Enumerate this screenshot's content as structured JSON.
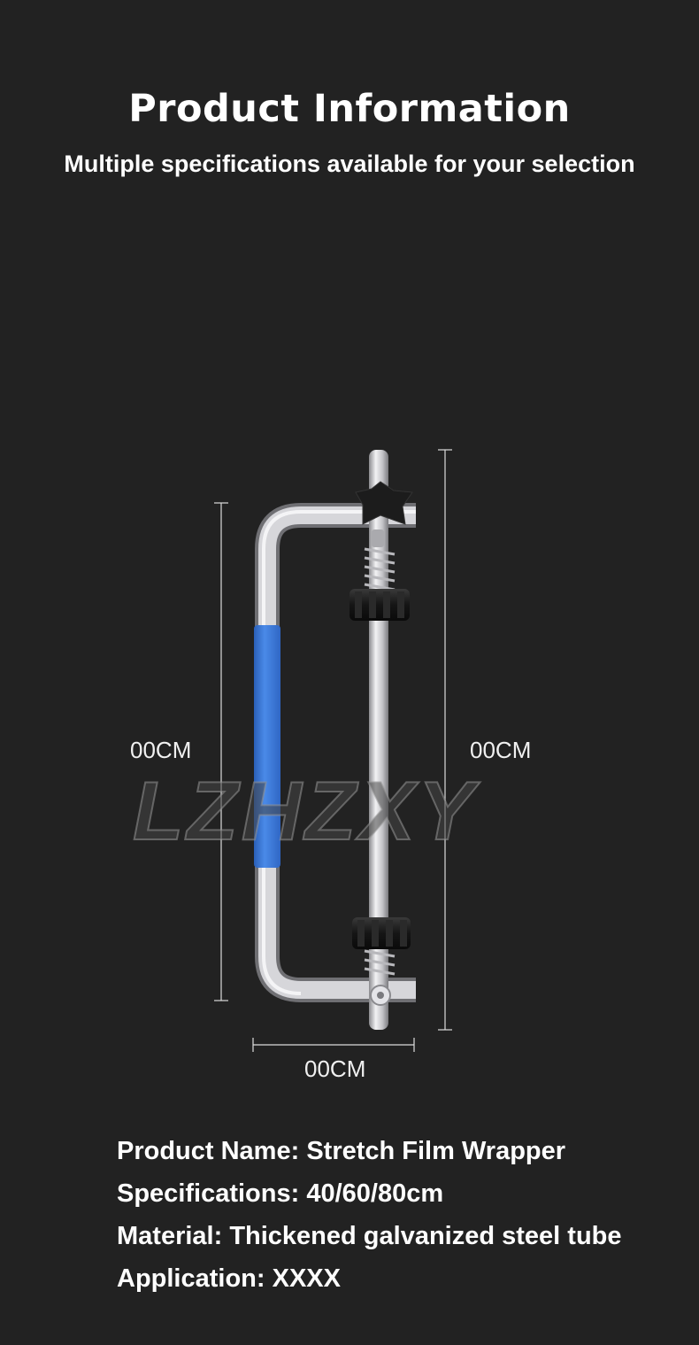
{
  "header": {
    "title": "Product Information",
    "subtitle": "Multiple specifications available for your selection"
  },
  "dimensions": {
    "left_height": "00CM",
    "right_height": "00CM",
    "width": "00CM"
  },
  "watermark": "LZHZXY",
  "specs": [
    "Product Name: Stretch Film Wrapper",
    "Specifications: 40/60/80cm",
    "Material: Thickened galvanized steel tube",
    "Application: XXXX"
  ],
  "colors": {
    "background": "#222222",
    "grip": "#3a78d8",
    "steel": "#c8c8cc",
    "knob": "#1a1a1a"
  }
}
